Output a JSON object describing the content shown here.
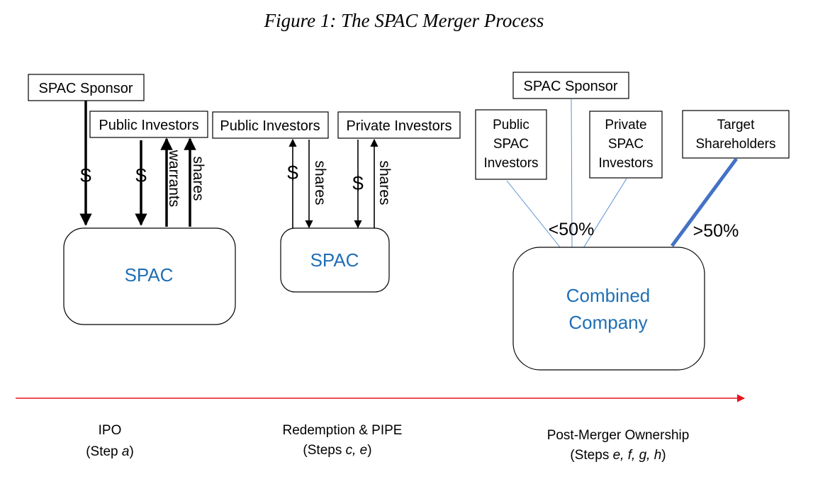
{
  "title": "Figure 1: The SPAC Merger Process",
  "ipo": {
    "sponsor": "SPAC Sponsor",
    "public_investors": "Public Investors",
    "dollar1": "$",
    "dollar2": "$",
    "warrants": "warrants",
    "shares": "shares",
    "spac": "SPAC"
  },
  "redemption": {
    "public_investors": "Public Investors",
    "private_investors": "Private Investors",
    "dollar1": "$",
    "shares1": "shares",
    "dollar2": "$",
    "shares2": "shares",
    "spac": "SPAC"
  },
  "post": {
    "sponsor": "SPAC Sponsor",
    "public_spac": [
      "Public",
      "SPAC",
      "Investors"
    ],
    "private_spac": [
      "Private",
      "SPAC",
      "Investors"
    ],
    "target": [
      "Target",
      "Shareholders"
    ],
    "lt50": "<50%",
    "gt50": ">50%",
    "combined": [
      "Combined",
      "Company"
    ]
  },
  "timeline": {
    "ipo": [
      "IPO",
      "(Step ",
      "a",
      ")"
    ],
    "redemption": [
      "Redemption & PIPE",
      "(Steps ",
      "c, e",
      ")"
    ],
    "post": [
      "Post-Merger Ownership",
      "(Steps ",
      "e, f, g, h",
      ")"
    ]
  },
  "colors": {
    "timeline": "#e8141c",
    "spac_text": "#1f6fb5",
    "thin_line": "#5b8fd0",
    "thick_line": "#4472c4"
  }
}
